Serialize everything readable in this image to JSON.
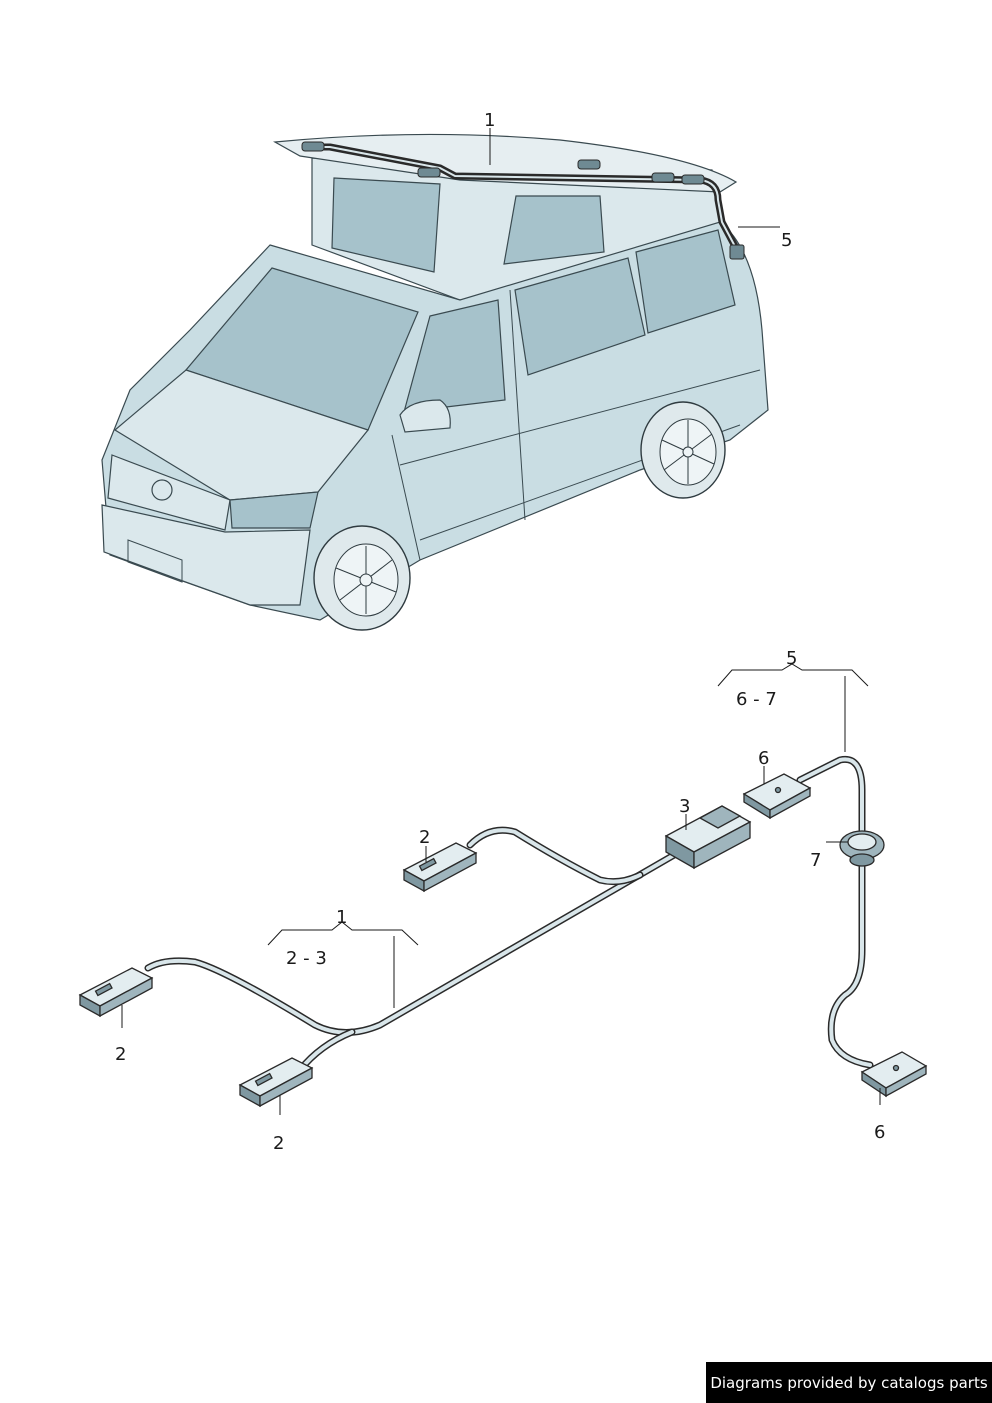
{
  "callouts": {
    "roof_harness": "1",
    "roof_harness_lead": "5",
    "group_5": "5",
    "group_5_range": "6 - 7",
    "part_6_upper": "6",
    "part_3": "3",
    "part_7": "7",
    "part_2_upper": "2",
    "group_1": "1",
    "group_1_range": "2 - 3",
    "part_2_left": "2",
    "part_2_lower": "2",
    "part_6_lower": "6"
  },
  "footer": {
    "credit": "Diagrams provided by catalogs parts"
  },
  "colors": {
    "body": "#c9dde3",
    "glass": "#a6c2cb",
    "roof": "#e6eef1",
    "wire": "#2a2a2a",
    "footer_bg": "#000000",
    "footer_text": "#ffffff"
  }
}
